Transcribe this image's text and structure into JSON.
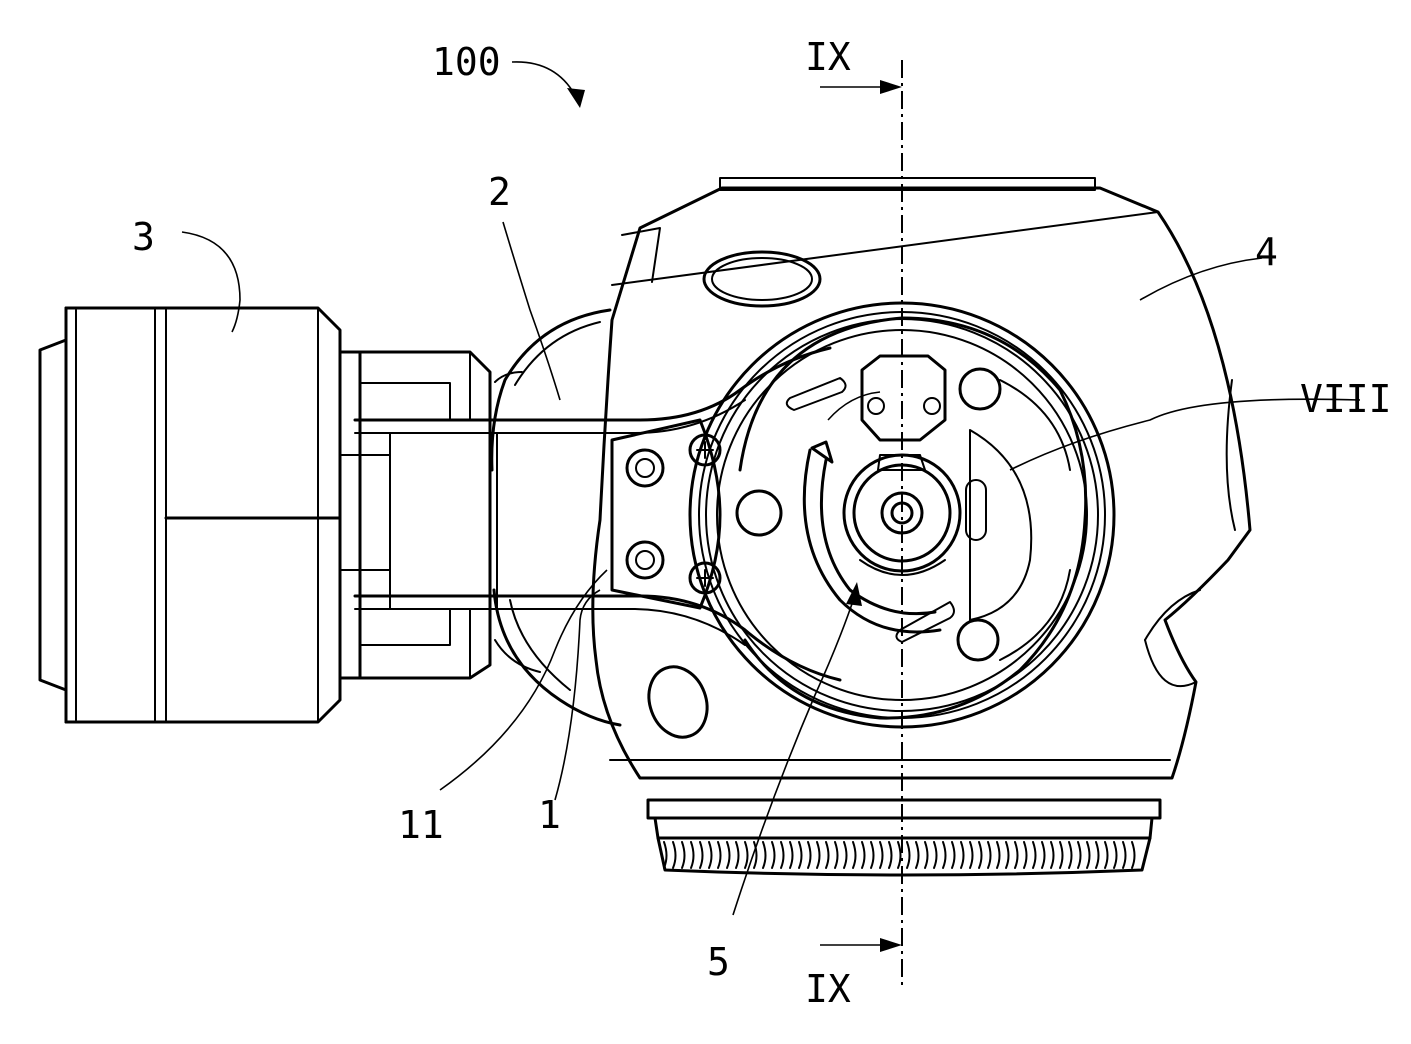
{
  "labels": {
    "assembly": "100",
    "part1": "1",
    "part2": "2",
    "part3": "3",
    "part4": "4",
    "part5": "5",
    "part11": "11",
    "detail": "VIII",
    "section_top": "IX",
    "section_bottom": "IX"
  }
}
